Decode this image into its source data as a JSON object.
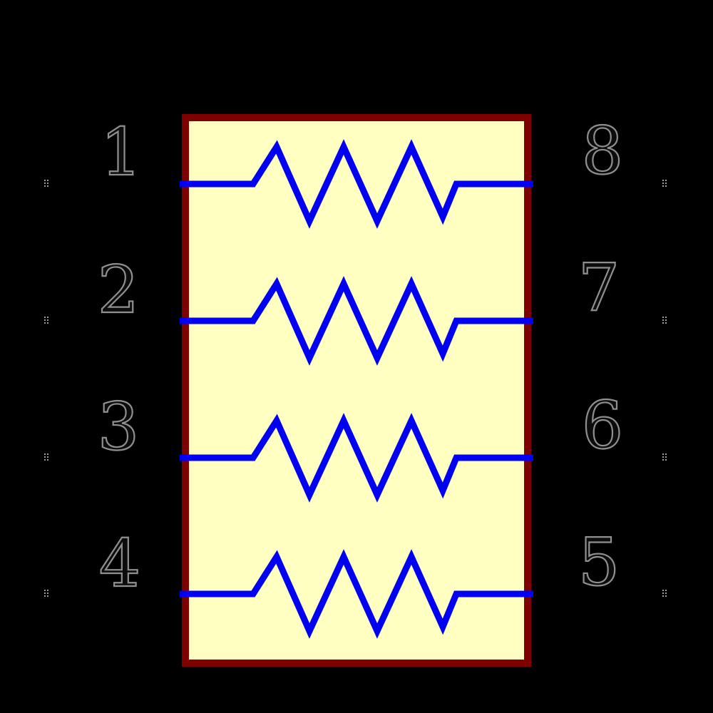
{
  "component": {
    "kind": "resistor-network-symbol",
    "resistor_count": 4,
    "pins": {
      "left": [
        "1",
        "2",
        "3",
        "4"
      ],
      "right": [
        "8",
        "7",
        "6",
        "5"
      ]
    }
  },
  "colors": {
    "background": "#000000",
    "body_fill": "#FFFFC2",
    "body_outline": "#7E0000",
    "resistor_wire": "#0000F5",
    "pin_number_fill": "#0C0C0C",
    "pin_number_outline": "#8F8F8F",
    "pin_marker": "#9D9D9D"
  }
}
